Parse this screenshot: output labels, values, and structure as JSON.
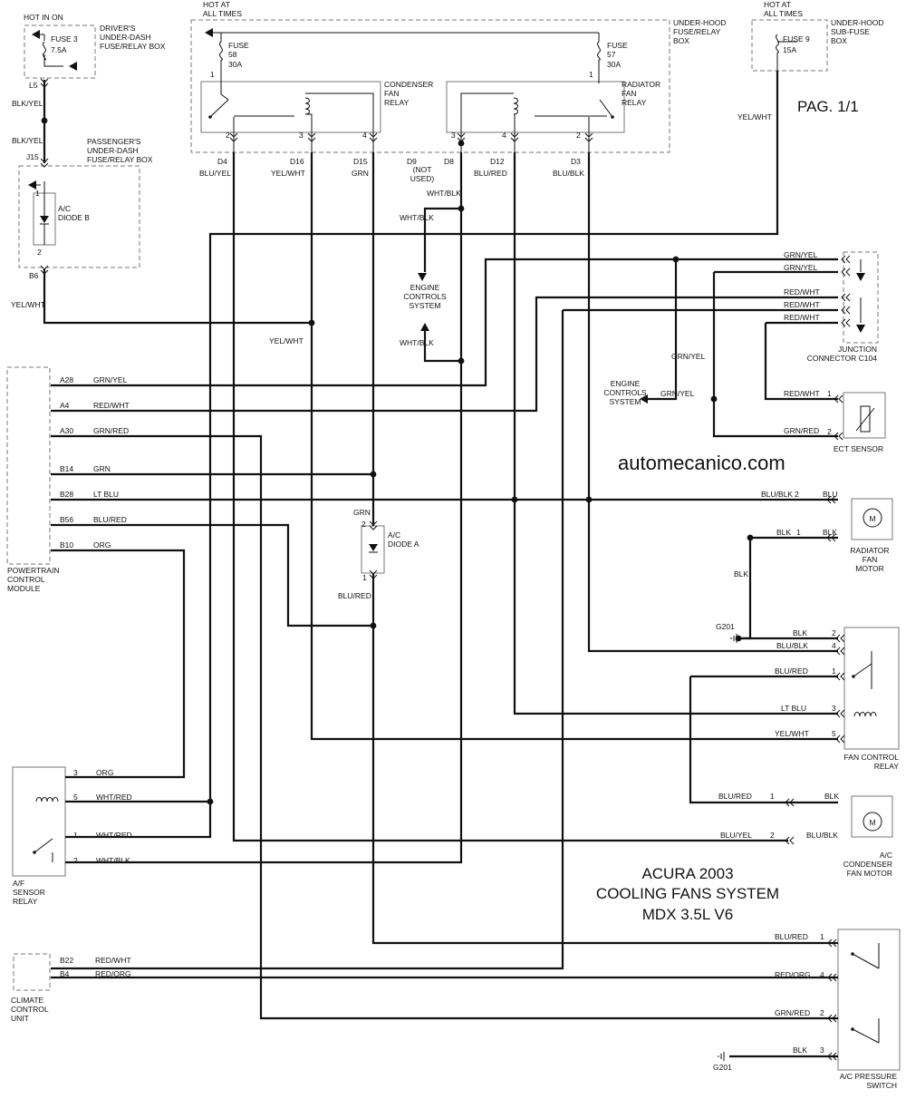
{
  "page_title": "PAG. 1/1",
  "watermark": "automecanico.com",
  "title": {
    "line1": "ACURA 2003",
    "line2": "COOLING FANS SYSTEM",
    "line3": "MDX 3.5L V6"
  },
  "labels": {
    "hot_in_on": "HOT IN ON",
    "hot_at_all_times": "HOT AT ALL TIMES",
    "fuse3": "FUSE 3",
    "fuse3_rating": "7.5A",
    "drivers_box": "DRIVER'S UNDER-DASH FUSE/RELAY BOX",
    "fuse58": "FUSE 58",
    "fuse58_rating": "30A",
    "fuse57": "FUSE 57",
    "fuse57_rating": "30A",
    "fuse9": "FUSE 9",
    "fuse9_rating": "15A",
    "underhood_box": "UNDER-HOOD FUSE/RELAY BOX",
    "underhood_sub_box": "UNDER-HOOD SUB-FUSE BOX",
    "condenser_fan_relay": "CONDENSER FAN RELAY",
    "radiator_fan_relay": "RADIATOR FAN RELAY",
    "passengers_box": "PASSENGER'S UNDER-DASH FUSE/RELAY BOX",
    "ac_diode_b": "A/C DIODE B",
    "ac_diode_a": "A/C DIODE A",
    "engine_controls_system": "ENGINE CONTROLS SYSTEM",
    "not_used": "(NOT USED)",
    "junction_connector": "JUNCTION CONNECTOR C104",
    "ect_sensor": "ECT SENSOR",
    "pcm": "POWERTRAIN CONTROL MODULE",
    "radiator_fan_motor": "RADIATOR FAN MOTOR",
    "fan_control_relay": "FAN CONTROL RELAY",
    "condenser_fan_motor": "A/C CONDENSER FAN MOTOR",
    "af_sensor_relay": "A/F SENSOR RELAY",
    "climate_control_unit": "CLIMATE CONTROL UNIT",
    "ac_pressure_switch": "A/C PRESSURE SWITCH",
    "g201": "G201",
    "motor": "M"
  },
  "connectors": [
    "L5",
    "J15",
    "B6",
    "D4",
    "D16",
    "D15",
    "D9",
    "D8",
    "D12",
    "D3",
    "A28",
    "A4",
    "A30",
    "B14",
    "B28",
    "B56",
    "B10",
    "B22",
    "B4"
  ],
  "pins": [
    "1",
    "2",
    "3",
    "4",
    "5"
  ],
  "wires": [
    "BLK/YEL",
    "YEL/WHT",
    "BLU/YEL",
    "GRN",
    "WHT/BLK",
    "BLU/RED",
    "BLU/BLK",
    "WHT/RED",
    "GRN/YEL",
    "RED/WHT",
    "GRN/RED",
    "LT BLU",
    "ORG",
    "BLU",
    "BLK",
    "RED/ORG"
  ]
}
